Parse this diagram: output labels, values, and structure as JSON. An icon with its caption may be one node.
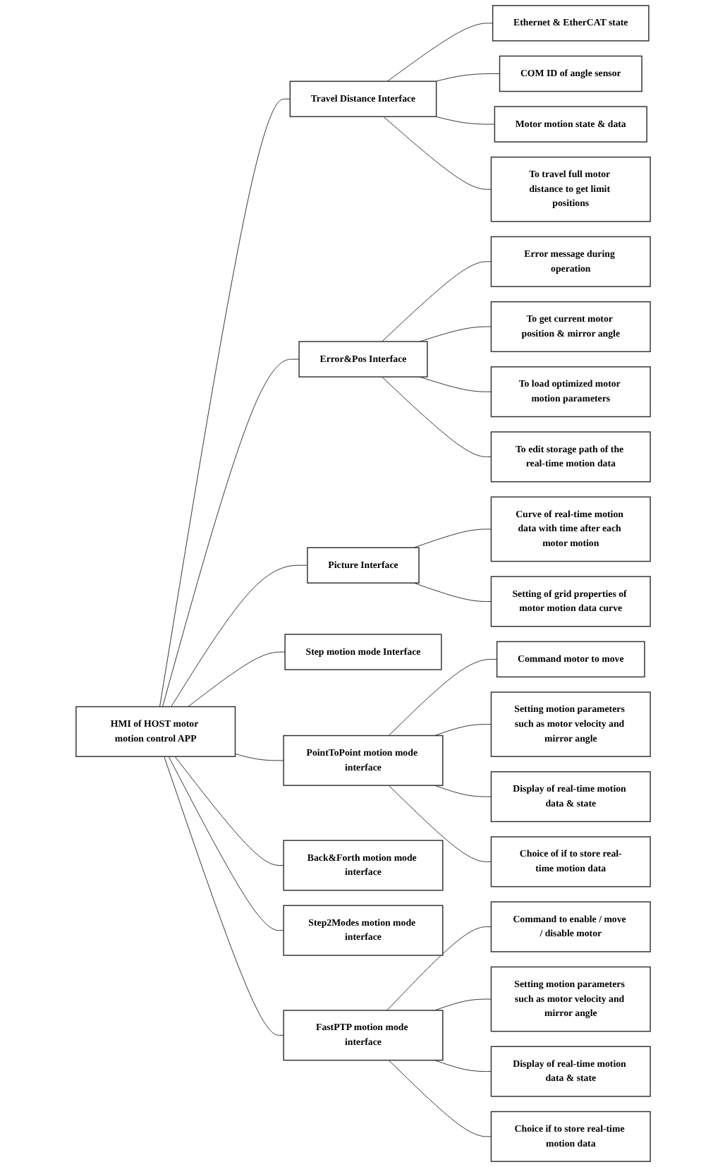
{
  "diagram": {
    "nodes": [
      {
        "text": [
          "HMI of HOST motor motion control APP"
        ]
      },
      {
        "text": [
          "Travel Distance Interface"
        ]
      },
      {
        "text": [
          "Ethernet & EtherCAT state"
        ]
      },
      {
        "text": [
          "COM ID of angle sensor"
        ]
      },
      {
        "text": [
          "Motor motion state & data"
        ]
      },
      {
        "text": [
          "To travel full motor distance to get limit positions"
        ]
      },
      {
        "text": [
          "Error&Pos Interface"
        ]
      },
      {
        "text": [
          "Error message during operation"
        ]
      },
      {
        "text": [
          "To get current motor position & mirror angle"
        ]
      },
      {
        "text": [
          "To load optimized motor motion parameters"
        ]
      },
      {
        "text": [
          "To edit storage path of the real-time motion data"
        ]
      },
      {
        "text": [
          "Picture Interface"
        ]
      },
      {
        "text": [
          "Curve of real-time motion data with time after each motor motion"
        ]
      },
      {
        "text": [
          "Setting of grid properties of motor motion data curve"
        ]
      },
      {
        "text": [
          "Step motion mode Interface"
        ]
      },
      {
        "text": [
          "PointToPoint motion mode interface"
        ]
      },
      {
        "text": [
          "Command motor to move"
        ]
      },
      {
        "text": [
          "Setting motion parameters such as motor velocity and mirror angle"
        ]
      },
      {
        "text": [
          "Display of real-time motion data & state"
        ]
      },
      {
        "text": [
          "Choice of if to store real-time motion data"
        ]
      },
      {
        "text": [
          "Back&Forth motion mode interface"
        ]
      },
      {
        "text": [
          "Step2Modes motion mode interface"
        ]
      },
      {
        "text": [
          "FastPTP motion mode interface"
        ]
      },
      {
        "text": [
          "Command to enable / move / disable motor"
        ]
      },
      {
        "text": [
          "Setting motion parameters such as motor velocity and mirror angle"
        ]
      },
      {
        "text": [
          "Display of real-time motion data & state"
        ]
      },
      {
        "text": [
          "Choice if to store real-time motion data"
        ]
      }
    ],
    "edges": [
      {
        "from": 0,
        "to": 1,
        "arrow": "none"
      },
      {
        "from": 1,
        "to": 2,
        "arrow": "none"
      },
      {
        "from": 1,
        "to": 3,
        "arrow": "none"
      },
      {
        "from": 1,
        "to": 4,
        "arrow": "none"
      },
      {
        "from": 1,
        "to": 5,
        "arrow": "none"
      },
      {
        "from": 0,
        "to": 6,
        "arrow": "none"
      },
      {
        "from": 6,
        "to": 7,
        "arrow": "none"
      },
      {
        "from": 6,
        "to": 8,
        "arrow": "none"
      },
      {
        "from": 6,
        "to": 9,
        "arrow": "none"
      },
      {
        "from": 6,
        "to": 10,
        "arrow": "none"
      },
      {
        "from": 0,
        "to": 11,
        "arrow": "none"
      },
      {
        "from": 11,
        "to": 12,
        "arrow": "none"
      },
      {
        "from": 11,
        "to": 13,
        "arrow": "none"
      },
      {
        "from": 0,
        "to": 14,
        "arrow": "none"
      },
      {
        "from": 0,
        "to": 15,
        "arrow": "none"
      },
      {
        "from": 15,
        "to": 16,
        "arrow": "none"
      },
      {
        "from": 15,
        "to": 17,
        "arrow": "none"
      },
      {
        "from": 15,
        "to": 18,
        "arrow": "none"
      },
      {
        "from": 15,
        "to": 19,
        "arrow": "none"
      },
      {
        "from": 0,
        "to": 20,
        "arrow": "none"
      },
      {
        "from": 0,
        "to": 21,
        "arrow": "none"
      },
      {
        "from": 0,
        "to": 22,
        "arrow": "none"
      },
      {
        "from": 22,
        "to": 23,
        "arrow": "none"
      },
      {
        "from": 22,
        "to": 24,
        "arrow": "none"
      },
      {
        "from": 22,
        "to": 25,
        "arrow": "none"
      },
      {
        "from": 22,
        "to": 26,
        "arrow": "none"
      }
    ]
  }
}
